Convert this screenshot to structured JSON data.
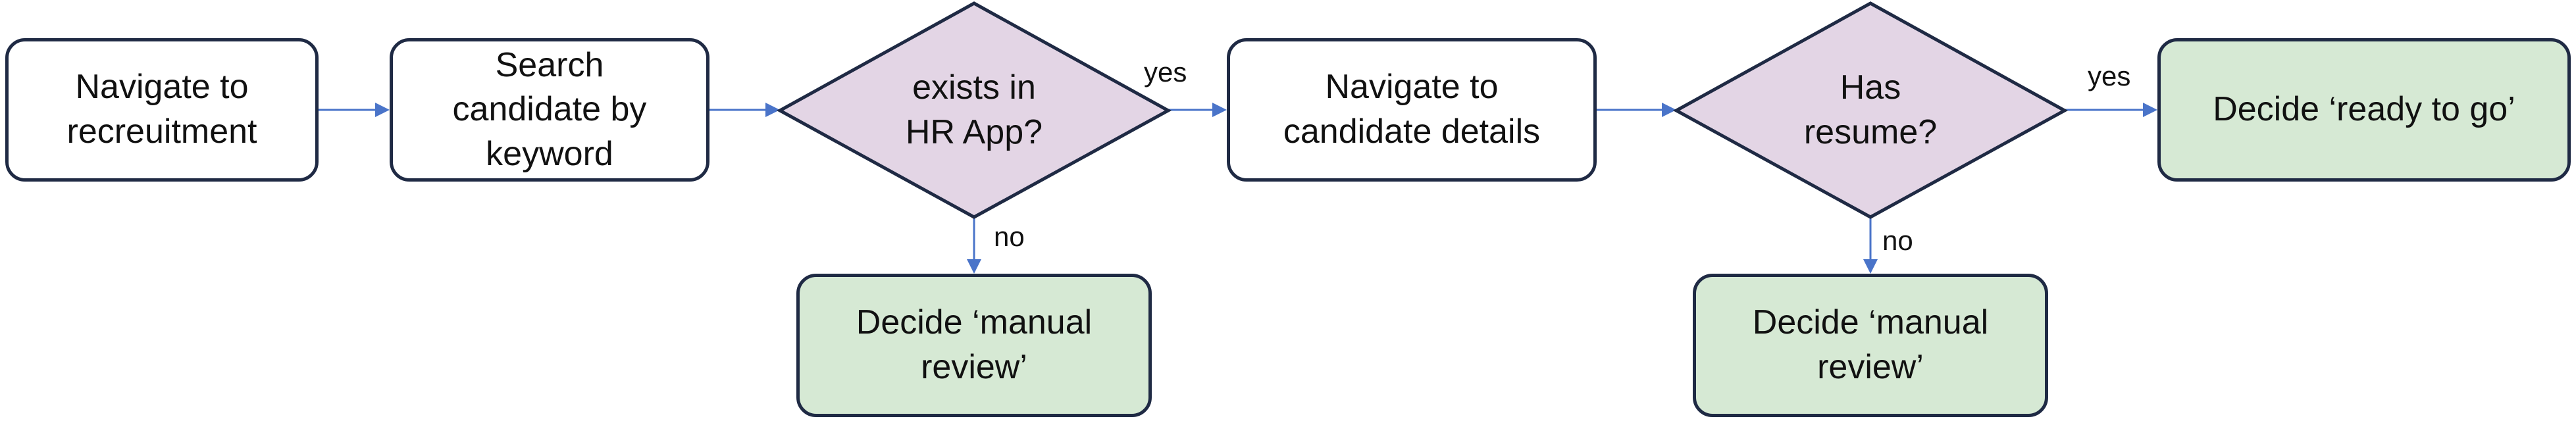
{
  "colors": {
    "arrow": "#4a74c9",
    "border": "#1f2a44",
    "decision_fill": "#e3d5e5",
    "outcome_fill": "#d6e9d4",
    "process_fill": "#ffffff"
  },
  "nodes": {
    "navigate_recruitment": {
      "line1": "Navigate to",
      "line2": "recreuitment"
    },
    "search_candidate": {
      "line1": "Search",
      "line2": "candidate by",
      "line3": "keyword"
    },
    "exists_decision": {
      "line1": "exists in",
      "line2": "HR App?"
    },
    "navigate_details": {
      "line1": "Navigate to",
      "line2": "candidate details"
    },
    "resume_decision": {
      "line1": "Has",
      "line2": "resume?"
    },
    "ready_to_go": {
      "line1": "Decide ‘ready to go’"
    },
    "manual_review_1": {
      "line1": "Decide ‘manual",
      "line2": "review’"
    },
    "manual_review_2": {
      "line1": "Decide ‘manual",
      "line2": "review’"
    }
  },
  "edge_labels": {
    "exists_yes": "yes",
    "exists_no": "no",
    "resume_yes": "yes",
    "resume_no": "no"
  }
}
